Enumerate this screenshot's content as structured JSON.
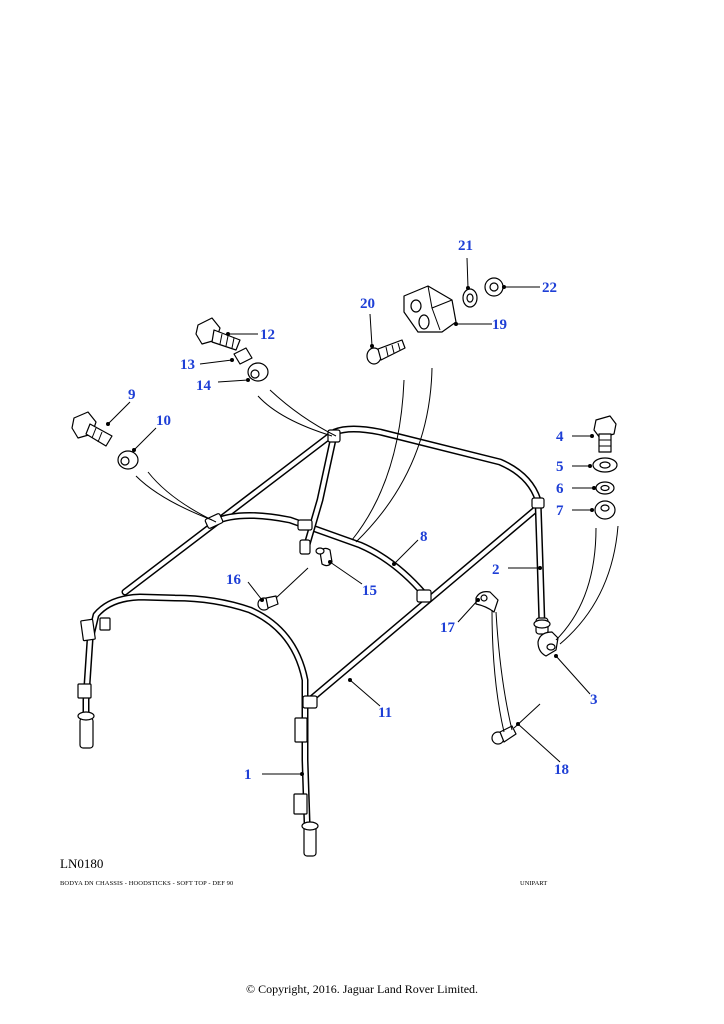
{
  "diagram": {
    "ref_code": "LN0180",
    "caption": "BODYA DN CHASSIS - HOODSTICKS - SOFT TOP - DEF 90",
    "brand": "UNIPART",
    "copyright": "© Copyright, 2016. Jaguar Land Rover Limited.",
    "callout_color": "#1e3fd6",
    "callouts": [
      "1",
      "2",
      "3",
      "4",
      "5",
      "6",
      "7",
      "8",
      "9",
      "10",
      "11",
      "12",
      "13",
      "14",
      "15",
      "16",
      "17",
      "18",
      "19",
      "20",
      "21",
      "22"
    ]
  }
}
